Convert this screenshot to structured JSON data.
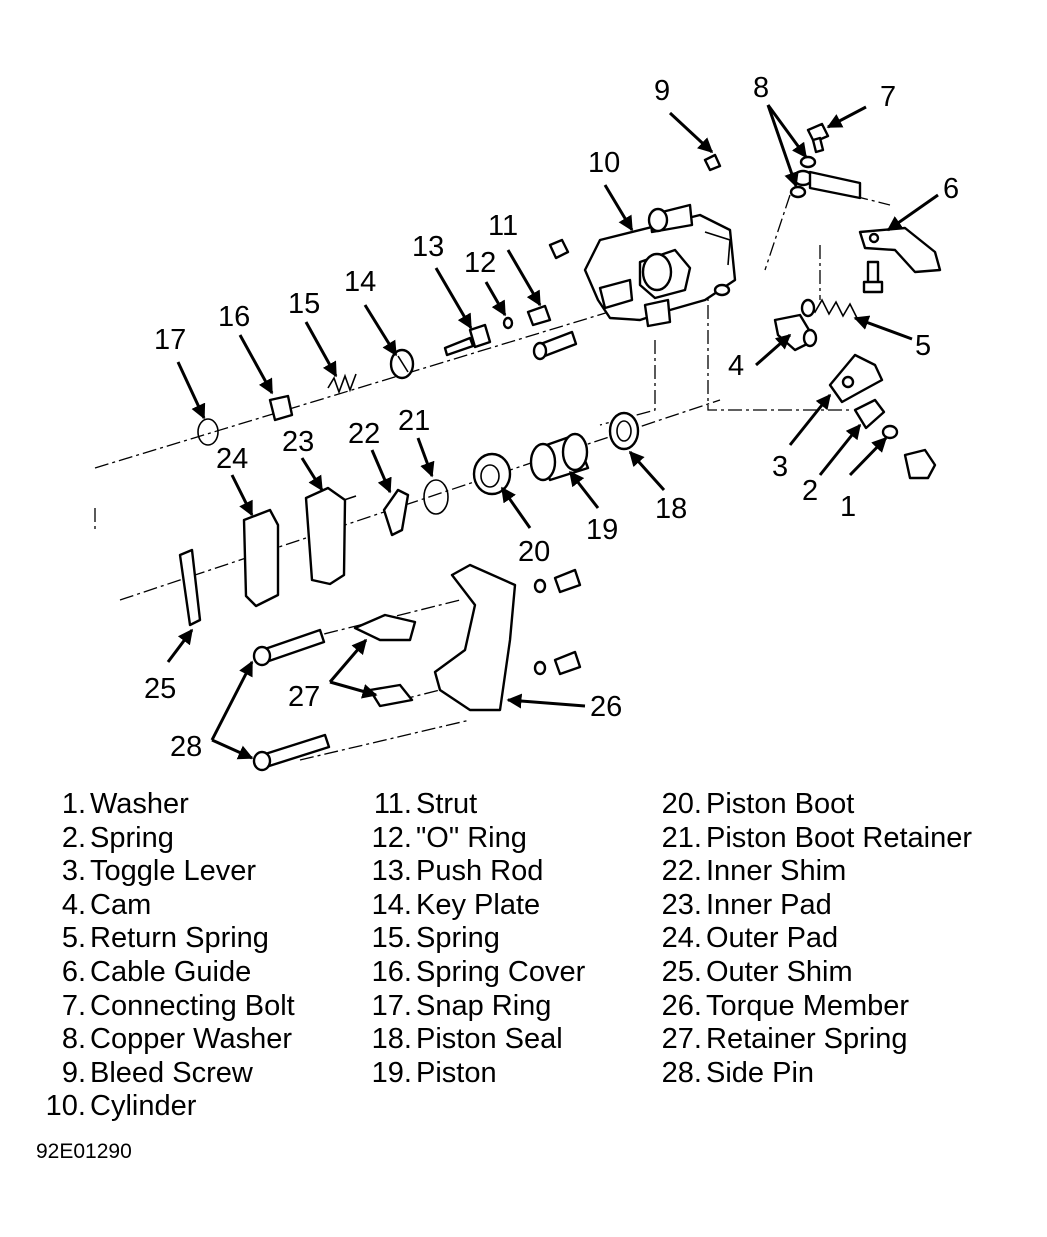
{
  "callouts": [
    "1",
    "2",
    "3",
    "4",
    "5",
    "6",
    "7",
    "8",
    "9",
    "10",
    "11",
    "12",
    "13",
    "14",
    "15",
    "16",
    "17",
    "18",
    "19",
    "20",
    "21",
    "22",
    "23",
    "24",
    "25",
    "26",
    "27",
    "28"
  ],
  "legend": {
    "col1": [
      {
        "num": "1.",
        "label": "Washer"
      },
      {
        "num": "2.",
        "label": "Spring"
      },
      {
        "num": "3.",
        "label": "Toggle Lever"
      },
      {
        "num": "4.",
        "label": "Cam"
      },
      {
        "num": "5.",
        "label": "Return Spring"
      },
      {
        "num": "6.",
        "label": "Cable Guide"
      },
      {
        "num": "7.",
        "label": "Connecting Bolt"
      },
      {
        "num": "8.",
        "label": "Copper Washer"
      },
      {
        "num": "9.",
        "label": "Bleed Screw"
      },
      {
        "num": "10.",
        "label": "Cylinder"
      }
    ],
    "col2": [
      {
        "num": "11.",
        "label": "Strut"
      },
      {
        "num": "12.",
        "label": "\"O\" Ring"
      },
      {
        "num": "13.",
        "label": "Push Rod"
      },
      {
        "num": "14.",
        "label": "Key Plate"
      },
      {
        "num": "15.",
        "label": "Spring"
      },
      {
        "num": "16.",
        "label": "Spring Cover"
      },
      {
        "num": "17.",
        "label": "Snap Ring"
      },
      {
        "num": "18.",
        "label": "Piston Seal"
      },
      {
        "num": "19.",
        "label": "Piston"
      }
    ],
    "col3": [
      {
        "num": "20.",
        "label": "Piston Boot"
      },
      {
        "num": "21.",
        "label": "Piston Boot Retainer"
      },
      {
        "num": "22.",
        "label": "Inner Shim"
      },
      {
        "num": "23.",
        "label": "Inner Pad"
      },
      {
        "num": "24.",
        "label": "Outer Pad"
      },
      {
        "num": "25.",
        "label": "Outer Shim"
      },
      {
        "num": "26.",
        "label": "Torque Member"
      },
      {
        "num": "27.",
        "label": "Retainer Spring"
      },
      {
        "num": "28.",
        "label": "Side Pin"
      }
    ]
  },
  "figure_code": "92E01290"
}
